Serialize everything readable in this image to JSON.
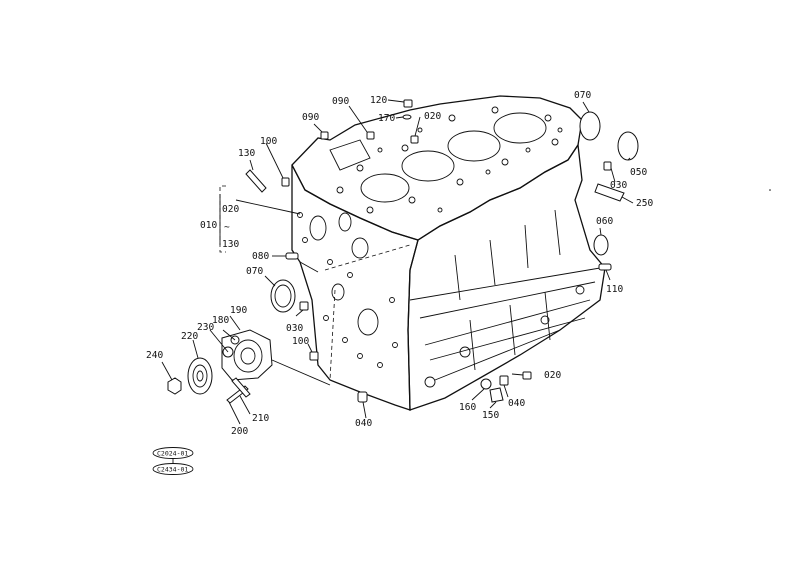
{
  "diagram": {
    "part_labels": {
      "l120": "120",
      "l090a": "090",
      "l170": "170",
      "l020a": "020",
      "l090b": "090",
      "l070a": "070",
      "l100a": "100",
      "l130": "130",
      "l050": "050",
      "l030a": "030",
      "l250": "250",
      "l020b": "020",
      "l010": "010",
      "l130b": "130",
      "l060": "060",
      "l080": "080",
      "l070b": "070",
      "l110": "110",
      "l190": "190",
      "l180": "180",
      "l230": "230",
      "l220": "220",
      "l030b": "030",
      "l100b": "100",
      "l240": "240",
      "l020c": "020",
      "l160": "160",
      "l040a": "040",
      "l150": "150",
      "l210": "210",
      "l200": "200",
      "l040b": "040"
    },
    "range_separator": "~",
    "reference_codes": [
      "C2024-01",
      "C2434-01"
    ]
  }
}
